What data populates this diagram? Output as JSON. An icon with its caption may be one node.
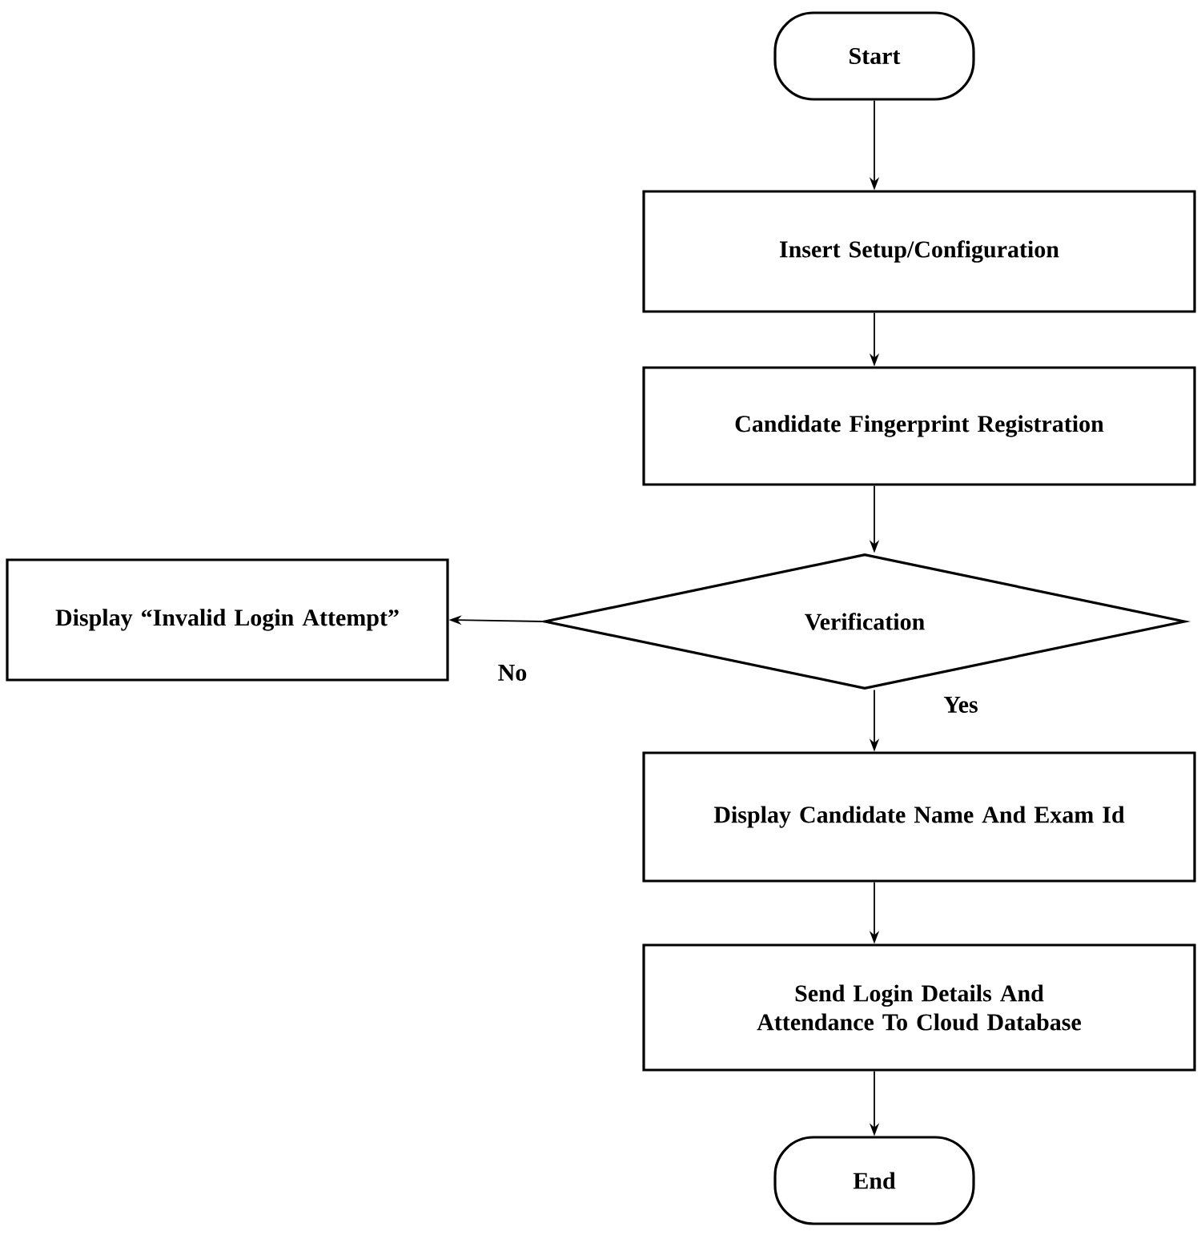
{
  "diagram": {
    "nodes": [
      {
        "text": [
          "Start"
        ]
      },
      {
        "text": [
          "Insert Setup/Configuration"
        ]
      },
      {
        "text": [
          "Candidate Fingerprint Registration"
        ]
      },
      {
        "text": [
          "Verification"
        ]
      },
      {
        "text": [
          "Display “Invalid Login Attempt”"
        ]
      },
      {
        "text": [
          "Display Candidate Name And Exam Id"
        ]
      },
      {
        "text": [
          "Send Login Details And Attendance To Cloud Database"
        ]
      },
      {
        "text": [
          "End"
        ]
      }
    ],
    "edges": [
      {
        "from": 0,
        "to": 1,
        "arrow": "to"
      },
      {
        "from": 1,
        "to": 2,
        "arrow": "to"
      },
      {
        "from": 2,
        "to": 3,
        "arrow": "to"
      },
      {
        "from": 3,
        "to": 4,
        "arrow": "to",
        "label": "No"
      },
      {
        "from": 3,
        "to": 5,
        "arrow": "to",
        "label": "Yes"
      },
      {
        "from": 5,
        "to": 6,
        "arrow": "to"
      },
      {
        "from": 6,
        "to": 7,
        "arrow": "to"
      }
    ]
  }
}
